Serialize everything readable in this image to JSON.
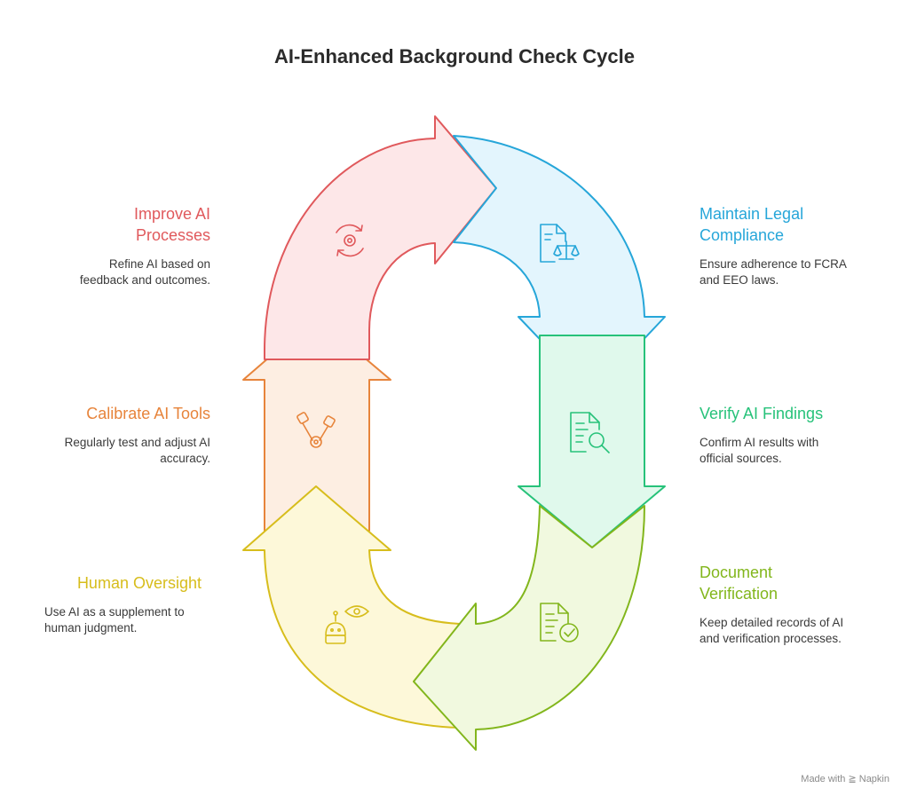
{
  "title": "AI-Enhanced Background Check Cycle",
  "steps": [
    {
      "id": "improve",
      "title_l1": "Improve AI",
      "title_l2": "Processes",
      "desc_l1": "Refine AI based on",
      "desc_l2": "feedback and outcomes.",
      "color": "#e0595c",
      "fill": "#fde7e8",
      "icon": "refresh-gear-icon"
    },
    {
      "id": "calibrate",
      "title_l1": "Calibrate AI Tools",
      "title_l2": "",
      "desc_l1": "Regularly test and adjust AI",
      "desc_l2": "accuracy.",
      "color": "#e7843b",
      "fill": "#fdeee2",
      "icon": "tools-gear-icon"
    },
    {
      "id": "oversight",
      "title_l1": "Human Oversight",
      "title_l2": "",
      "desc_l1": "Use AI as a supplement to",
      "desc_l2": "human judgment.",
      "color": "#d7bd1c",
      "fill": "#fdf8d9",
      "icon": "robot-eye-icon"
    },
    {
      "id": "legal",
      "title_l1": "Maintain Legal",
      "title_l2": "Compliance",
      "desc_l1": "Ensure adherence to FCRA",
      "desc_l2": "and EEO laws.",
      "color": "#26a6d9",
      "fill": "#e3f5fd",
      "icon": "legal-document-scales-icon"
    },
    {
      "id": "verify",
      "title_l1": "Verify AI Findings",
      "title_l2": "",
      "desc_l1": "Confirm AI results with",
      "desc_l2": "official sources.",
      "color": "#27c27a",
      "fill": "#e0f9ec",
      "icon": "document-search-icon"
    },
    {
      "id": "document",
      "title_l1": "Document",
      "title_l2": "Verification",
      "desc_l1": "Keep detailed records of AI",
      "desc_l2": "and verification processes.",
      "color": "#82b61c",
      "fill": "#f1f9df",
      "icon": "document-check-icon"
    }
  ],
  "brand": "Made with ≧ Napkin"
}
